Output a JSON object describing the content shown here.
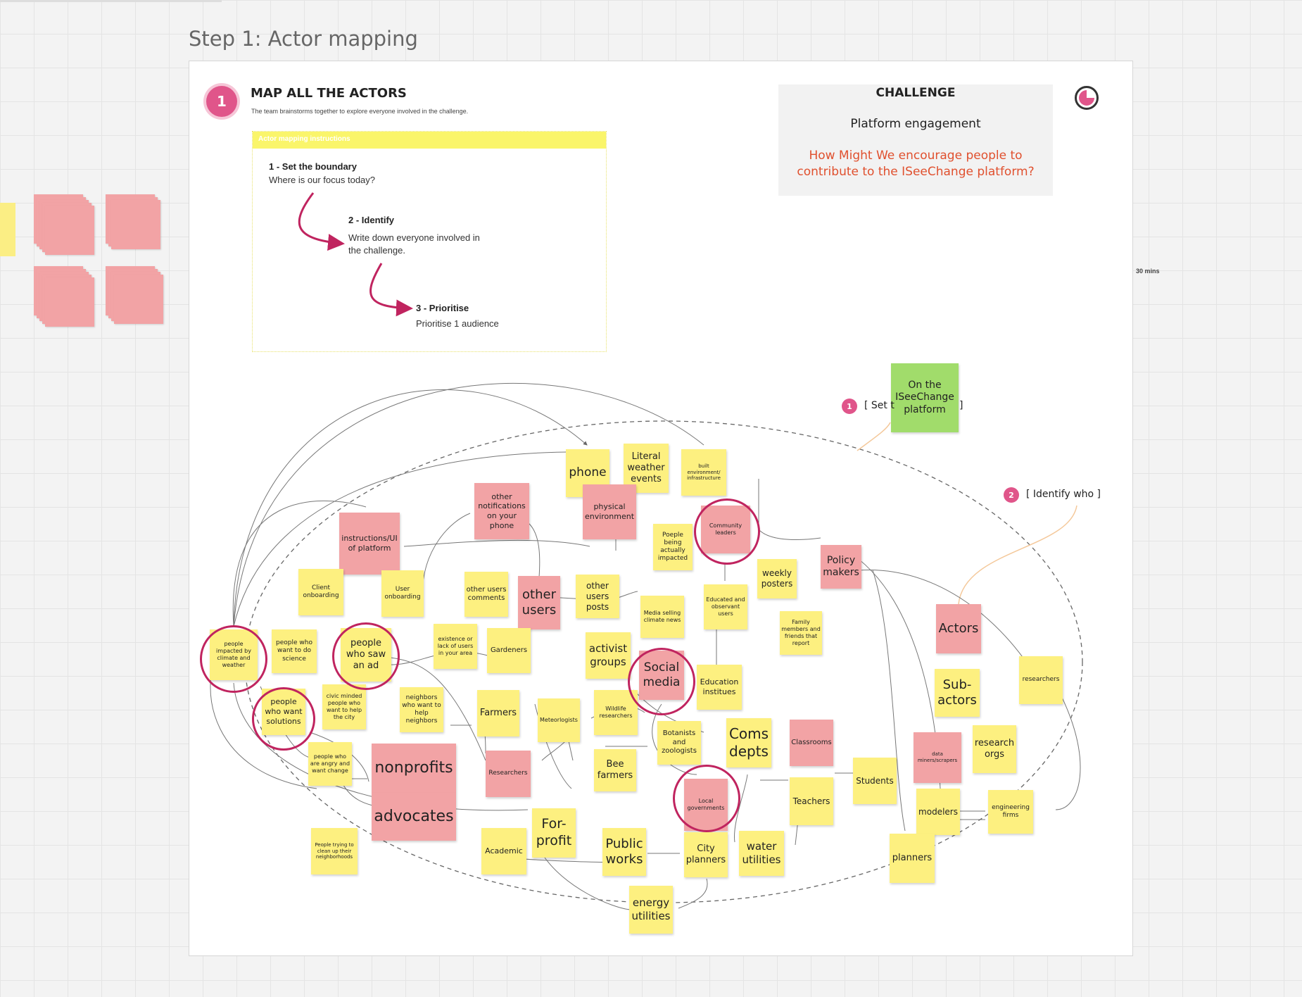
{
  "board": {
    "frame_title": "Step 1: Actor mapping",
    "side_label": "30 mins"
  },
  "header": {
    "step_number": "1",
    "title": "MAP ALL THE ACTORS",
    "subtitle": "The team brainstorms together to explore everyone involved in the challenge."
  },
  "instructions": {
    "heading": "Actor mapping instructions",
    "steps": [
      {
        "title": "1 - Set the boundary",
        "text": "Where is our focus today?"
      },
      {
        "title": "2 - Identify",
        "text": "Write down everyone involved in the challenge."
      },
      {
        "title": "3 - Prioritise",
        "text": "Prioritise 1 audience"
      }
    ]
  },
  "challenge": {
    "heading": "CHALLENGE",
    "subheading": "Platform engagement",
    "question": "How Might We encourage people to contribute to the ISeeChange platform?"
  },
  "markers": {
    "set_number": "1",
    "set_label": "[ Set t",
    "set_close": "]",
    "identify_number": "2",
    "identify_label": "[ Identify who ]"
  },
  "colors": {
    "yellow": "#fdf080",
    "pink": "#f2a3a5",
    "green": "#a1dc6b",
    "accent": "#e0558a",
    "circle": "#c0245f",
    "question": "#e0502e"
  },
  "icons": {
    "timer": "timer-icon"
  },
  "stickies": [
    {
      "text": "On the ISeeChange platform",
      "color": "g"
    },
    {
      "text": "phone",
      "color": "y"
    },
    {
      "text": "Literal weather events",
      "color": "y"
    },
    {
      "text": "built environment/ infrastructure",
      "color": "y"
    },
    {
      "text": "other notifications on your phone",
      "color": "p"
    },
    {
      "text": "physical environment",
      "color": "p"
    },
    {
      "text": "Community leaders",
      "color": "p"
    },
    {
      "text": "instructions/UI of platform",
      "color": "p"
    },
    {
      "text": "Poeple being actually impacted",
      "color": "y"
    },
    {
      "text": "Policy makers",
      "color": "p"
    },
    {
      "text": "weekly posters",
      "color": "y"
    },
    {
      "text": "Client onboarding",
      "color": "y"
    },
    {
      "text": "User onboarding",
      "color": "y"
    },
    {
      "text": "other users comments",
      "color": "y"
    },
    {
      "text": "other users",
      "color": "p"
    },
    {
      "text": "other users posts",
      "color": "y"
    },
    {
      "text": "Media selling climate news",
      "color": "y"
    },
    {
      "text": "Educated and observant users",
      "color": "y"
    },
    {
      "text": "Family members and friends that report",
      "color": "y"
    },
    {
      "text": "Actors",
      "color": "p"
    },
    {
      "text": "people impacted by climate and weather",
      "color": "y"
    },
    {
      "text": "people who want to do science",
      "color": "y"
    },
    {
      "text": "people who saw an ad",
      "color": "y"
    },
    {
      "text": "existence or lack of users in your area",
      "color": "y"
    },
    {
      "text": "Gardeners",
      "color": "y"
    },
    {
      "text": "activist groups",
      "color": "y"
    },
    {
      "text": "Social media",
      "color": "p"
    },
    {
      "text": "Education institues",
      "color": "y"
    },
    {
      "text": "Sub-actors",
      "color": "y"
    },
    {
      "text": "researchers",
      "color": "y"
    },
    {
      "text": "civic minded people who want to help the city",
      "color": "y"
    },
    {
      "text": "neighbors who want to help neighbors",
      "color": "y"
    },
    {
      "text": "Farmers",
      "color": "y"
    },
    {
      "text": "Meteorlogists",
      "color": "y"
    },
    {
      "text": "Wildlife researchers",
      "color": "y"
    },
    {
      "text": "people who want solutions",
      "color": "y"
    },
    {
      "text": "Coms depts",
      "color": "y"
    },
    {
      "text": "Classrooms",
      "color": "p"
    },
    {
      "text": "Botanists and zoologists",
      "color": "y"
    },
    {
      "text": "research orgs",
      "color": "y"
    },
    {
      "text": "data miners/scrapers",
      "color": "p"
    },
    {
      "text": "people who are angry and want change",
      "color": "y"
    },
    {
      "text": "nonprofits",
      "color": "p"
    },
    {
      "text": "Researchers",
      "color": "p"
    },
    {
      "text": "Bee farmers",
      "color": "y"
    },
    {
      "text": "Students",
      "color": "y"
    },
    {
      "text": "Teachers",
      "color": "y"
    },
    {
      "text": "Local governments",
      "color": "p"
    },
    {
      "text": "modelers",
      "color": "y"
    },
    {
      "text": "engineering firms",
      "color": "y"
    },
    {
      "text": "advocates",
      "color": "p"
    },
    {
      "text": "For-profit",
      "color": "y"
    },
    {
      "text": "People trying to clean up their neighborhoods",
      "color": "y"
    },
    {
      "text": "Academic",
      "color": "y"
    },
    {
      "text": "Public works",
      "color": "y"
    },
    {
      "text": "City planners",
      "color": "y"
    },
    {
      "text": "water utilities",
      "color": "y"
    },
    {
      "text": "planners",
      "color": "y"
    },
    {
      "text": "energy utilities",
      "color": "y"
    }
  ]
}
